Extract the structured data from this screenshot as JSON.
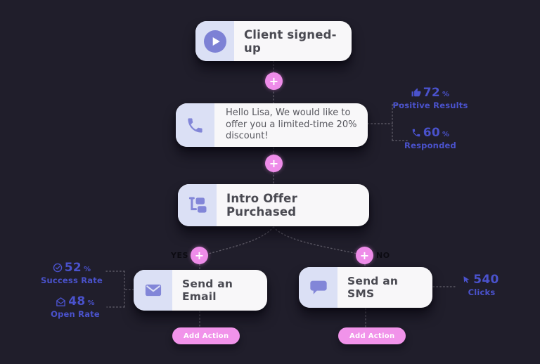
{
  "flow": {
    "trigger": {
      "label": "Client signed-up",
      "icon": "play-icon"
    },
    "message": {
      "text": "Hello Lisa, We would like to offer you a limited-time 20% discount!",
      "icon": "phone-icon"
    },
    "condition": {
      "label": "Intro Offer Purchased",
      "icon": "tree-icon"
    },
    "email": {
      "label": "Send an Email",
      "icon": "mail-icon"
    },
    "sms": {
      "label": "Send an SMS",
      "icon": "chat-icon"
    },
    "yes_label": "YES",
    "no_label": "NO",
    "plus_glyph": "+",
    "add_action_label": "Add Action"
  },
  "stats": {
    "positive_results": {
      "value": "72",
      "unit": "%",
      "label": "Positive Results",
      "icon": "thumbs-up-icon"
    },
    "responded": {
      "value": "60",
      "unit": "%",
      "label": "Responded",
      "icon": "phone-icon"
    },
    "success_rate": {
      "value": "52",
      "unit": "%",
      "label": "Success Rate",
      "icon": "check-circle-icon"
    },
    "open_rate": {
      "value": "48",
      "unit": "%",
      "label": "Open Rate",
      "icon": "open-mail-icon"
    },
    "clicks": {
      "value": "540",
      "unit": "",
      "label": "Clicks",
      "icon": "cursor-icon"
    }
  },
  "colors": {
    "background": "#201e2b",
    "card": "#f8f7f9",
    "icon_panel": "#dbe0f5",
    "icon_purple": "#8286d8",
    "accent_pink": "#ee8ce9",
    "stat_indigo": "#4a52cc",
    "node_text": "#4a4a52"
  }
}
